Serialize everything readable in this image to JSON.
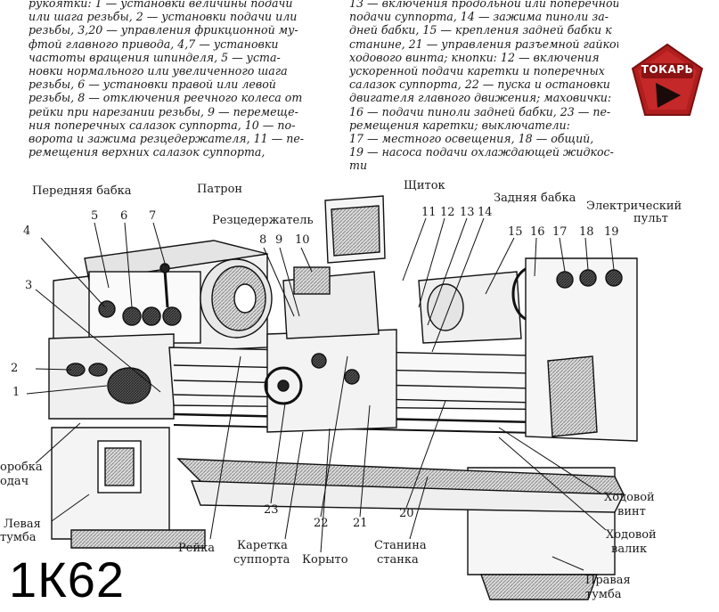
{
  "legend": {
    "left_lines": [
      "рукоятки: 1 — установки величины подачи",
      "или шага резьбы, 2 — установки подачи или",
      "резьбы, 3,20 — управления фрикционной му-",
      "фтой главного привода, 4,7 — установки",
      "частоты вращения шпинделя, 5 — уста-",
      "новки нормального или увеличенного шага",
      "резьбы, 6 — установки правой или левой",
      "резьбы, 8 — отключения реечного колеса от",
      "рейки при нарезании резьбы, 9 — перемеще-",
      "ния поперечных салазок суппорта, 10 — по-",
      "ворота и зажима резцедержателя, 11 — пе-",
      "ремещения верхних салазок суппорта,"
    ],
    "right_lines": [
      "13 — включения продольной или поперечной",
      "подачи суппорта, 14 — зажима пиноли за-",
      "дней бабки, 15 — крепления задней бабки к",
      "станине, 21 — управления разъемной гайкой",
      "ходового винта; кнопки: 12 — включения",
      "ускоренной подачи каретки и поперечных",
      "салазок суппорта, 22 — пуска и остановки",
      "двигателя главного движения; маховички:",
      "16 — подачи пиноли задней бабки, 23 — пе-",
      "ремещения каретки; выключатели:",
      "17 — местного освещения, 18 — общий,",
      "19 — насоса подачи охлаждающей жидкос-",
      "ти"
    ]
  },
  "badge": {
    "text": "ТОКАРЬ",
    "color": "#b01e1e"
  },
  "labels": {
    "perednyaya_babka": "Передняя бабка",
    "patron": "Патрон",
    "shchitok": "Щиток",
    "zadnyaya_babka": "Задняя бабка",
    "elektricheskiy": "Электрический",
    "pult": "пульт",
    "reztsederzhatel": "Резцедержатель",
    "korobka": "оробка",
    "podach": "одач",
    "levaya": "Левая",
    "tumba_l": "тумба",
    "reyka": "Рейка",
    "karetka": "Каретка",
    "supporta": "суппорта",
    "koryto": "Корыто",
    "stanina": "Станина",
    "stanka": "станка",
    "khodovoy1": "Ходовой",
    "vint": "винт",
    "khodovoy2": "Ходовой",
    "valik": "валик",
    "pravaya": "Правая",
    "tumba_r": "тумба"
  },
  "numbers": [
    "4",
    "5",
    "6",
    "7",
    "3",
    "2",
    "1",
    "8",
    "9",
    "10",
    "11",
    "12",
    "13",
    "14",
    "15",
    "16",
    "17",
    "18",
    "19",
    "23",
    "22",
    "21",
    "20"
  ],
  "model": "1К62"
}
